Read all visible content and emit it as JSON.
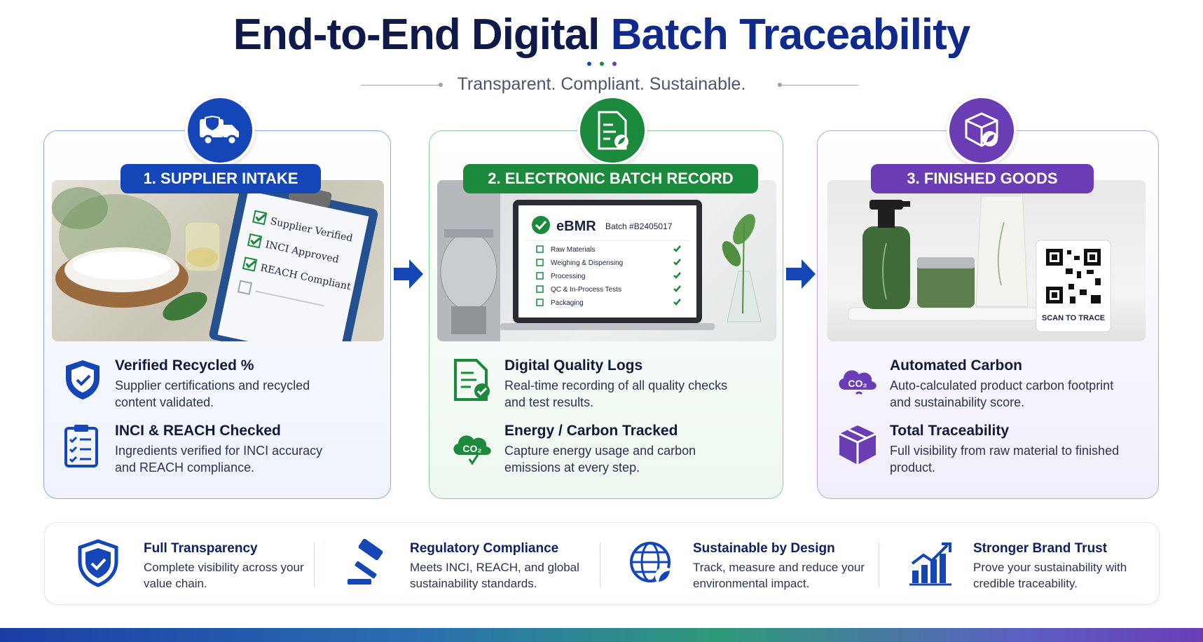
{
  "header": {
    "title_part1": "End-to-End Digital ",
    "title_part2": "Batch Traceability",
    "subtitle": "Transparent. Compliant. Sustainable."
  },
  "colors": {
    "blue": "#1546b8",
    "green": "#1c8a3c",
    "purple": "#6a3db4",
    "navy": "#101a4a"
  },
  "stages": [
    {
      "label": "1. SUPPLIER INTAKE",
      "icon": "truck-icon",
      "photo": {
        "checklist": [
          "Supplier Verified",
          "INCI Approved",
          "REACH Compliant"
        ]
      },
      "features": [
        {
          "icon": "shield-check-icon",
          "title": "Verified Recycled %",
          "desc": "Supplier certifications and recycled content validated."
        },
        {
          "icon": "clipboard-checklist-icon",
          "title": "INCI & REACH Checked",
          "desc": "Ingredients verified for INCI accuracy and REACH compliance."
        }
      ]
    },
    {
      "label": "2. ELECTRONIC BATCH RECORD",
      "icon": "document-leaf-icon",
      "photo": {
        "screen_title": "eBMR",
        "batch": "Batch #B2405017",
        "steps": [
          "Raw Materials",
          "Weighing & Dispensing",
          "Processing",
          "QC & In-Process Tests",
          "Packaging"
        ]
      },
      "features": [
        {
          "icon": "document-check-icon",
          "title": "Digital Quality Logs",
          "desc": "Real-time recording of all quality checks and test results."
        },
        {
          "icon": "co2-cloud-icon",
          "title": "Energy / Carbon Tracked",
          "desc": "Capture energy usage and carbon emissions at every step."
        }
      ]
    },
    {
      "label": "3. FINISHED GOODS",
      "icon": "box-leaf-icon",
      "photo": {
        "qr_label": "SCAN TO TRACE"
      },
      "features": [
        {
          "icon": "co2-cloud-icon",
          "title": "Automated Carbon",
          "desc": "Auto-calculated product carbon footprint and sustainability score."
        },
        {
          "icon": "package-icon",
          "title": "Total Traceability",
          "desc": "Full visibility from raw material to finished product."
        }
      ]
    }
  ],
  "benefits": [
    {
      "icon": "shield-check-icon",
      "title": "Full Transparency",
      "desc": "Complete visibility across your value chain."
    },
    {
      "icon": "gavel-icon",
      "title": "Regulatory Compliance",
      "desc": "Meets INCI, REACH, and global sustainability standards."
    },
    {
      "icon": "globe-leaf-icon",
      "title": "Sustainable by Design",
      "desc": "Track, measure and reduce your environmental impact."
    },
    {
      "icon": "growth-chart-icon",
      "title": "Stronger Brand Trust",
      "desc": "Prove your sustainability with credible traceability."
    }
  ]
}
